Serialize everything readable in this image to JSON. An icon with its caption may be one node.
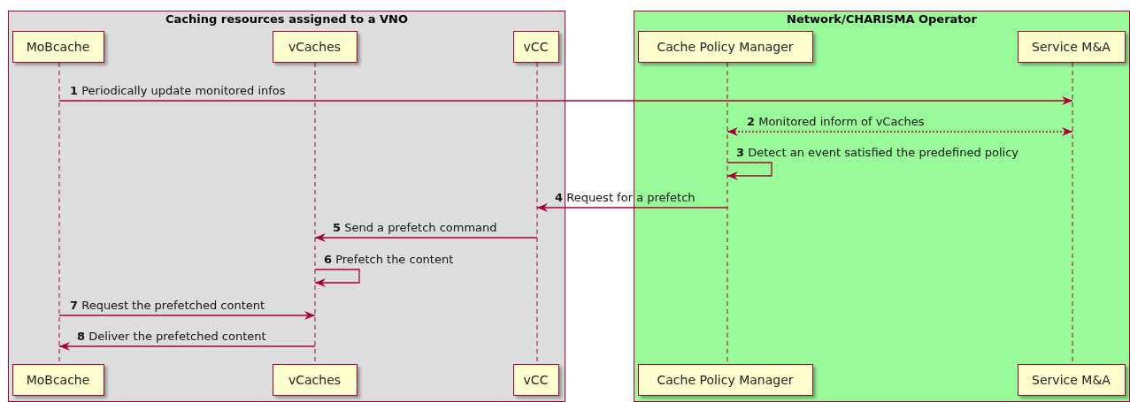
{
  "diagram": {
    "nodes": [
      {
        "text": [
          "Caching resources assigned to a VNO"
        ]
      },
      {
        "text": [
          "MoBcache"
        ],
        "in": 0
      },
      {
        "text": [
          "vCaches"
        ],
        "in": 0
      },
      {
        "text": [
          "vCC"
        ],
        "in": 0
      },
      {
        "text": [],
        "shape": "line",
        "in": 0
      },
      {
        "text": [],
        "shape": "line",
        "in": 0
      },
      {
        "text": [],
        "shape": "line",
        "in": 0
      },
      {
        "text": [
          "MoBcache"
        ],
        "in": 0
      },
      {
        "text": [
          "vCaches"
        ],
        "in": 0
      },
      {
        "text": [
          "vCC"
        ],
        "in": 0
      },
      {
        "text": [
          "Network/CHARISMA Operator"
        ]
      },
      {
        "text": [
          "Cache Policy Manager"
        ],
        "in": 10
      },
      {
        "text": [
          "Service M&A"
        ],
        "in": 10
      },
      {
        "text": [],
        "shape": "line",
        "in": 10
      },
      {
        "text": [],
        "shape": "line",
        "in": 10
      },
      {
        "text": [
          "Cache Policy Manager"
        ],
        "in": 10
      },
      {
        "text": [
          "Service M&A"
        ],
        "in": 10
      }
    ],
    "edges": [
      {
        "from": 4,
        "to": 14,
        "arrow": "to",
        "label": "**1** Periodically update monitored infos"
      },
      {
        "from": 13,
        "to": 14,
        "arrow": "both",
        "style": "dashed",
        "label": "**2** Monitored inform of vCaches"
      },
      {
        "from": 13,
        "to": 13,
        "arrow": "to",
        "label": "**3** Detect an event satisfied the predefined policy"
      },
      {
        "from": 13,
        "to": 6,
        "arrow": "to",
        "label": "**4** Request for a prefetch"
      },
      {
        "from": 6,
        "to": 5,
        "arrow": "to",
        "label": "**5** Send a prefetch command"
      },
      {
        "from": 5,
        "to": 5,
        "arrow": "to",
        "label": "**6** Prefetch the content"
      },
      {
        "from": 4,
        "to": 5,
        "arrow": "to",
        "label": "**7** Request the prefetched content"
      },
      {
        "from": 5,
        "to": 4,
        "arrow": "to",
        "label": "**8** Deliver the prefetched content"
      }
    ]
  }
}
